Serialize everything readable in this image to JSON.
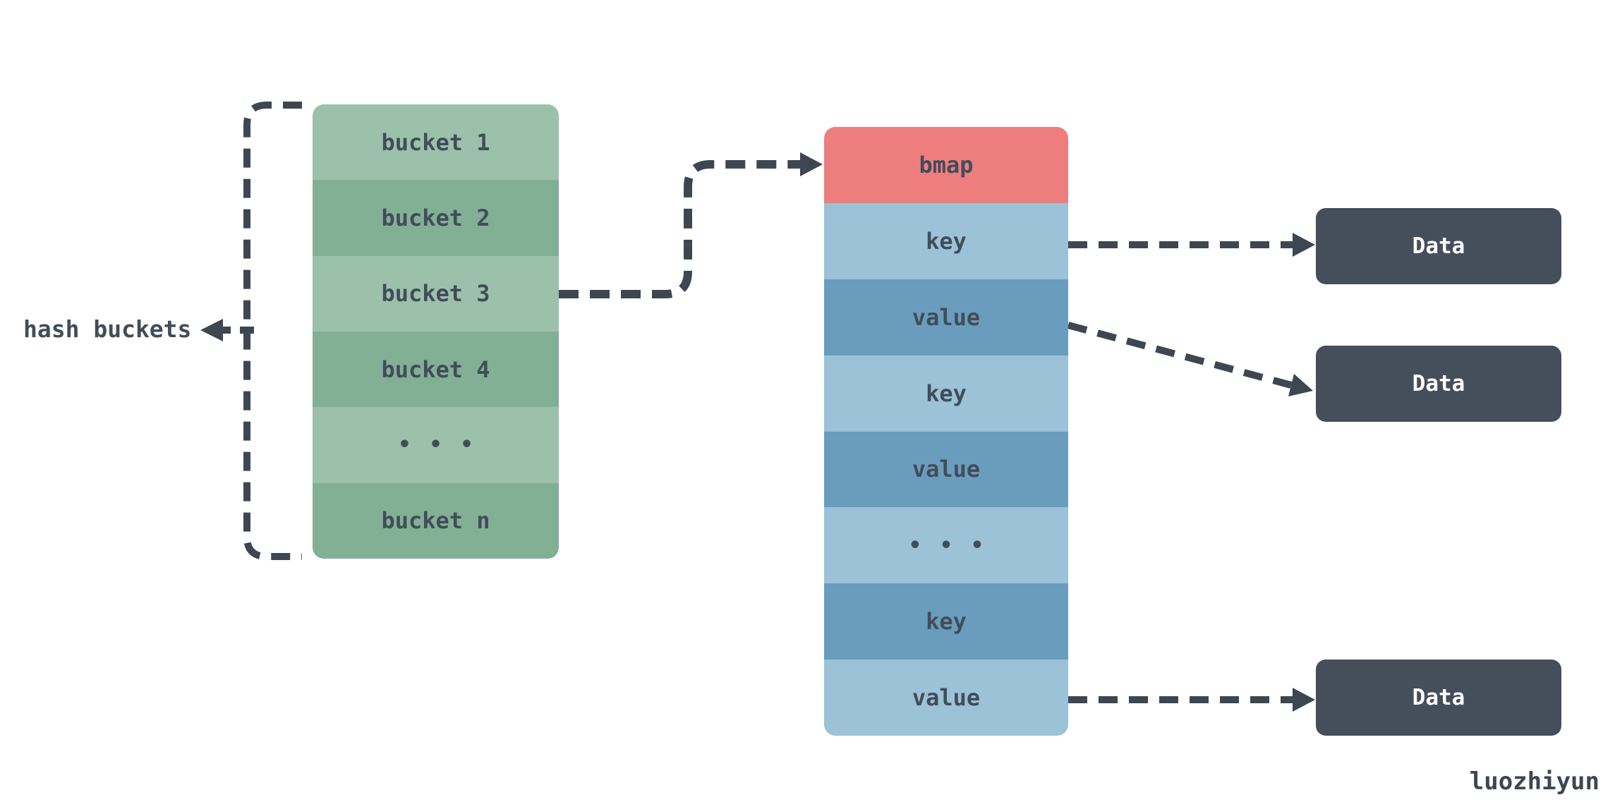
{
  "colors": {
    "green-light": "#9cc1aa",
    "green-dark": "#82b095",
    "salmon": "#ee7e7e",
    "blue-light": "#9cc2d8",
    "blue-dark": "#6a9cbd",
    "slate": "#454e5b",
    "arrow": "#3e4751",
    "label-text": "#414d59",
    "data-text": "#ffffff"
  },
  "left_annotation": {
    "label": "hash buckets"
  },
  "bucket_list": {
    "rows": [
      {
        "label": "bucket 1",
        "tone": "green-light"
      },
      {
        "label": "bucket 2",
        "tone": "green-dark"
      },
      {
        "label": "bucket 3",
        "tone": "green-light"
      },
      {
        "label": "bucket 4",
        "tone": "green-dark"
      },
      {
        "label": "•••",
        "tone": "green-light",
        "dots": true
      },
      {
        "label": "bucket n",
        "tone": "green-dark"
      }
    ]
  },
  "bmap_column": {
    "rows": [
      {
        "label": "bmap",
        "tone": "red"
      },
      {
        "label": "key",
        "tone": "blue-light"
      },
      {
        "label": "value",
        "tone": "blue-dark"
      },
      {
        "label": "key",
        "tone": "blue-light"
      },
      {
        "label": "value",
        "tone": "blue-dark"
      },
      {
        "label": "•••",
        "tone": "blue-light",
        "dots": true
      },
      {
        "label": "key",
        "tone": "blue-dark"
      },
      {
        "label": "value",
        "tone": "blue-light"
      }
    ]
  },
  "data_boxes": [
    {
      "label": "Data"
    },
    {
      "label": "Data"
    },
    {
      "label": "Data"
    }
  ],
  "watermark": {
    "label": "luozhiyun"
  }
}
